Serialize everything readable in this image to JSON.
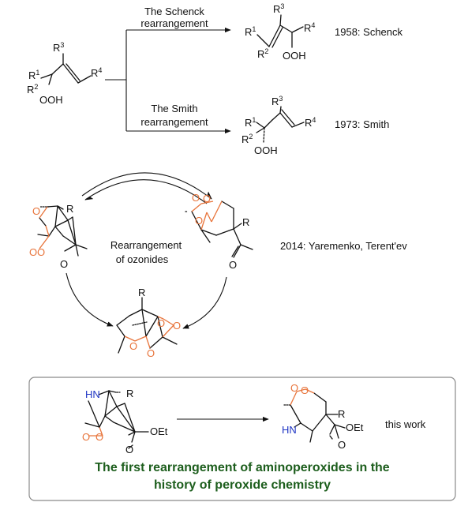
{
  "reactions": {
    "schenck": {
      "title_line1": "The Schenck",
      "title_line2": "rearrangement",
      "ref": "1958: Schenck"
    },
    "smith": {
      "title_line1": "The Smith",
      "title_line2": "rearrangement",
      "ref": "1973: Smith"
    },
    "ozonide": {
      "label_line1": "Rearrangement",
      "label_line2": "of ozonides",
      "ref": "2014: Yaremenko, Terent'ev"
    },
    "aminoperoxide": {
      "ref": "this work",
      "headline_line1": "The first rearrangement of aminoperoxides in the",
      "headline_line2": "history of peroxide chemistry"
    }
  },
  "atoms": {
    "r": "R",
    "r_main": "R",
    "sub1": "1",
    "sub2": "2",
    "sub3": "3",
    "sub4": "4",
    "ooh": "OOH",
    "o": "O",
    "hn": "HN",
    "oet": "OEt"
  },
  "colors": {
    "oxygen": "#e8743b",
    "nitrogen": "#1f35c4",
    "headline": "#1d5e1d",
    "box_border": "#8a8a8a"
  }
}
